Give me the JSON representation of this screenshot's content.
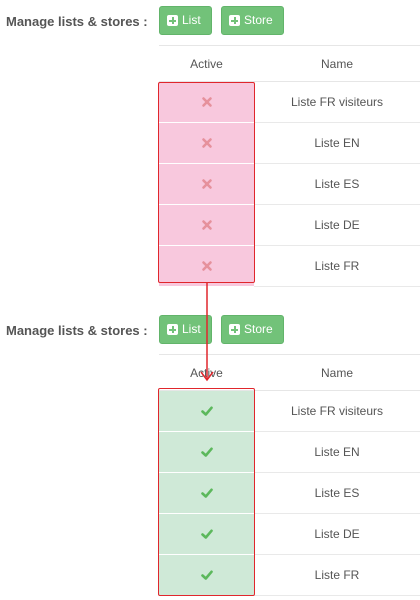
{
  "colors": {
    "button_green": "#72c279",
    "inactive_bg": "#f8c8dd",
    "inactive_icon": "#e6919c",
    "active_bg": "#cfe9d7",
    "active_icon": "#5cb85c",
    "highlight_red": "#e0262c"
  },
  "sections": [
    {
      "label": "Manage lists & stores :",
      "buttons": {
        "list_label": "List",
        "store_label": "Store",
        "icon": "plus-square-icon"
      },
      "columns": {
        "active": "Active",
        "name": "Name"
      },
      "rows": [
        {
          "active": false,
          "status_icon": "cross-icon",
          "name": "Liste FR visiteurs"
        },
        {
          "active": false,
          "status_icon": "cross-icon",
          "name": "Liste EN"
        },
        {
          "active": false,
          "status_icon": "cross-icon",
          "name": "Liste ES"
        },
        {
          "active": false,
          "status_icon": "cross-icon",
          "name": "Liste DE"
        },
        {
          "active": false,
          "status_icon": "cross-icon",
          "name": "Liste FR"
        }
      ]
    },
    {
      "label": "Manage lists & stores :",
      "buttons": {
        "list_label": "List",
        "store_label": "Store",
        "icon": "plus-square-icon"
      },
      "columns": {
        "active": "Active",
        "name": "Name"
      },
      "rows": [
        {
          "active": true,
          "status_icon": "check-icon",
          "name": "Liste FR visiteurs"
        },
        {
          "active": true,
          "status_icon": "check-icon",
          "name": "Liste EN"
        },
        {
          "active": true,
          "status_icon": "check-icon",
          "name": "Liste ES"
        },
        {
          "active": true,
          "status_icon": "check-icon",
          "name": "Liste DE"
        },
        {
          "active": true,
          "status_icon": "check-icon",
          "name": "Liste FR"
        }
      ]
    }
  ]
}
